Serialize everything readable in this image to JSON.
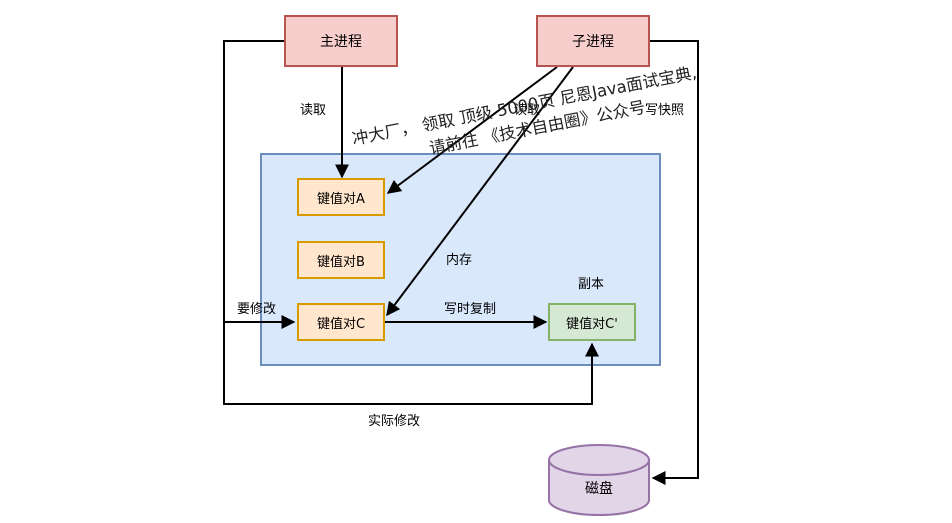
{
  "nodes": {
    "main_process": "主进程",
    "child_process": "子进程",
    "kv_a": "键值对A",
    "kv_b": "键值对B",
    "kv_c": "键值对C",
    "kv_c_copy": "键值对C'",
    "disk": "磁盘"
  },
  "labels": {
    "read_main": "读取",
    "read_child": "读取",
    "write_snapshot": "写快照",
    "memory": "内存",
    "copy": "副本",
    "want_modify": "要修改",
    "copy_on_write": "写时复制",
    "actual_modify": "实际修改"
  },
  "watermark": {
    "line1": "冲大厂， 领取 顶级 5000页 尼恩Java面试宝典,",
    "line2": "请前往 《技术自由圈》公众号"
  },
  "colors": {
    "memory_fill": "#dae8fc",
    "memory_border": "#6c8ebf",
    "process_fill": "#f8cecc",
    "process_border": "#b85450",
    "kv_fill": "#ffe6cc",
    "kv_border": "#d79b00",
    "copy_fill": "#d5e8d4",
    "copy_border": "#82b366",
    "disk_fill": "#e1d5e7",
    "disk_border": "#9673a6"
  }
}
